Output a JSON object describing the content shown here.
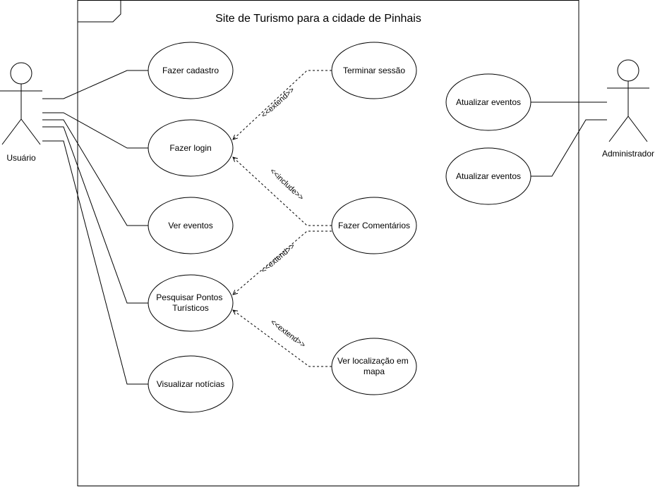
{
  "system": {
    "title": "Site de Turismo para a cidade de Pinhais"
  },
  "actors": {
    "user": "Usuário",
    "admin": "Administrador"
  },
  "use_cases": {
    "fazer_cadastro": [
      "Fazer cadastro"
    ],
    "fazer_login": [
      "Fazer login"
    ],
    "ver_eventos": [
      "Ver eventos"
    ],
    "pesquisar_pontos": [
      "Pesquisar Pontos",
      "Turísticos"
    ],
    "visualizar_noticias": [
      "Visualizar notícias"
    ],
    "terminar_sessao": [
      "Terminar sessão"
    ],
    "fazer_comentarios": [
      "Fazer Comentários"
    ],
    "ver_localizacao": [
      "Ver localização em",
      "mapa"
    ],
    "atualizar_eventos_1": [
      "Atualizar eventos"
    ],
    "atualizar_eventos_2": [
      "Atualizar eventos"
    ]
  },
  "relations": {
    "extend_logout": "<<extend>>",
    "include_comment": "<<include>>",
    "extend_comment": "<<extend>>",
    "extend_map": "<<extend>>"
  },
  "colors": {
    "stroke": "#000000",
    "background": "#ffffff"
  }
}
